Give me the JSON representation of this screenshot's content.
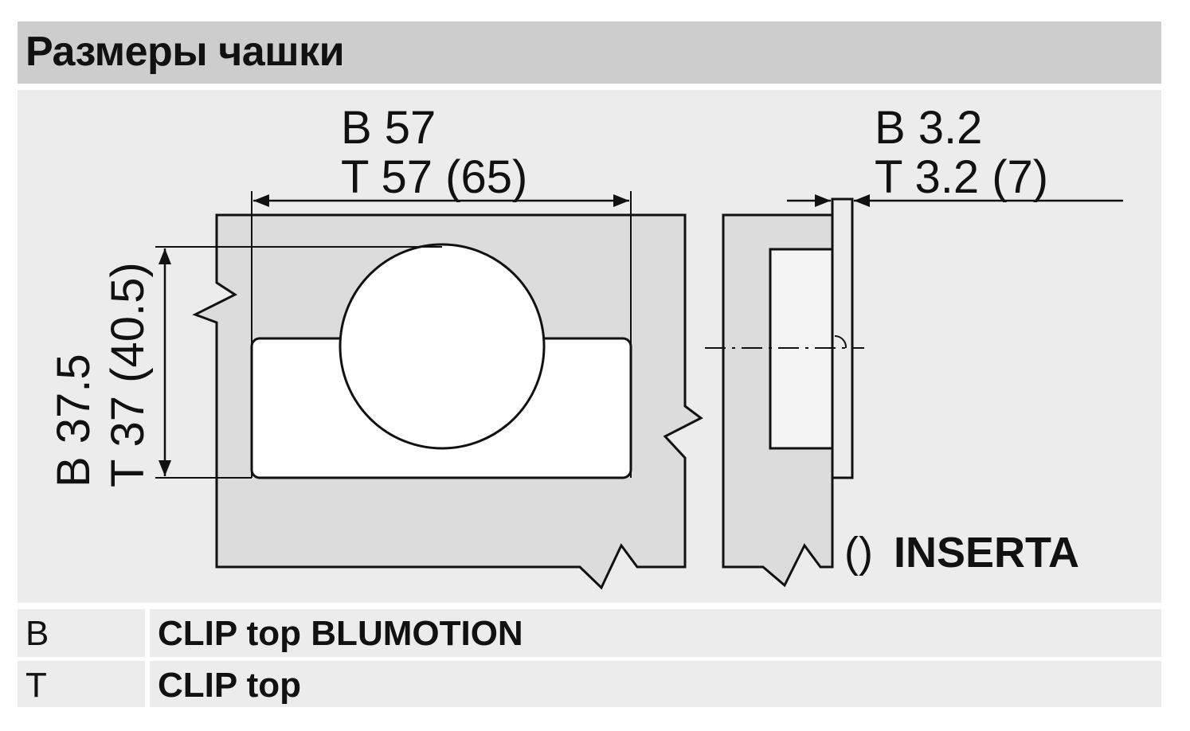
{
  "title": "Размеры чашки",
  "diagram": {
    "front_width_b": "B 57",
    "front_width_t": "T 57 (65)",
    "front_height_b": "B 37.5",
    "front_height_t": "T 37 (40.5)",
    "depth_b": "B 3.2",
    "depth_t": "T 3.2 (7)",
    "inserta_paren": "()",
    "inserta_label": "INSERTA"
  },
  "legend": [
    {
      "key": "B",
      "value": "CLIP top BLUMOTION"
    },
    {
      "key": "T",
      "value": "CLIP top"
    }
  ],
  "colors": {
    "header": "#cdcdcd",
    "panel": "#ececec",
    "part_fill": "#dcdcdc",
    "line": "#111111"
  }
}
